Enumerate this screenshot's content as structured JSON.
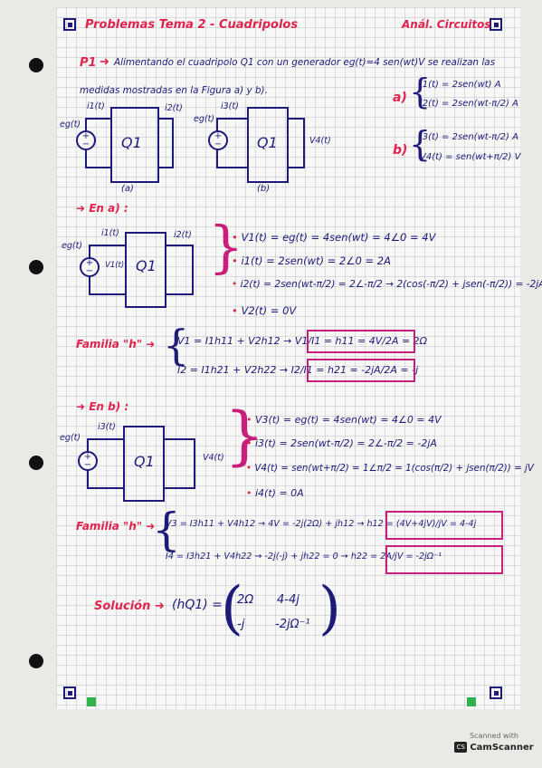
{
  "header": {
    "title": "Problemas Tema 2 - Cuadripolos",
    "subject": "Anál. Circuitos"
  },
  "problem": {
    "id": "P1",
    "statement_line1": "Alimentando el cuadripolo Q1 con un generador eg(t)=4 sen(wt)V se realizan las",
    "statement_line2": "medidas mostradas en la Figura a) y b)."
  },
  "given": {
    "a_label": "a)",
    "a_eq1": "i1(t) = 2sen(wt) A",
    "a_eq2": "i2(t) = 2sen(wt-π/2) A",
    "b_label": "b)",
    "b_eq1": "i3(t) = 2sen(wt-π/2) A",
    "b_eq2": "V4(t) = sen(wt+π/2) V"
  },
  "figures": {
    "eg": "eg(t)",
    "q1": "Q1",
    "i1": "i1(t)",
    "i2": "i2(t)",
    "i3": "i3(t)",
    "v1": "V1(t)",
    "v4": "V4(t)",
    "cap_a": "(a)",
    "cap_b": "(b)"
  },
  "section_a": {
    "title": "En a) :",
    "eq1": "V1(t) = eg(t) = 4sen(wt) = 4∠0 = 4V",
    "eq2": "i1(t) = 2sen(wt) = 2∠0 = 2A",
    "eq3": "i2(t) = 2sen(wt-π/2) = 2∠-π/2 → 2(cos(-π/2) + jsen(-π/2)) = -2jA",
    "eq4": "V2(t) = 0V"
  },
  "familia_1": {
    "label": "Familia \"h\"",
    "eq1": "V1 = I1h11 + V2h12 → V1/I1 = h11 = 4V/2A = 2Ω",
    "eq2": "I2 = I1h21 + V2h22 → I2/I1 = h21 = -2jA/2A = -j"
  },
  "section_b": {
    "title": "En b) :",
    "eq1": "V3(t) = eg(t) = 4sen(wt) = 4∠0 = 4V",
    "eq2": "i3(t) = 2sen(wt-π/2) = 2∠-π/2 = -2jA",
    "eq3": "V4(t) = sen(wt+π/2) = 1∠π/2 = 1(cos(π/2) + jsen(π/2)) = jV",
    "eq4": "i4(t) = 0A"
  },
  "familia_2": {
    "label": "Familia \"h\"",
    "eq1": "V3 = I3h11 + V4h12 → 4V = -2j(2Ω) + jh12 → h12 = (4V+4jV)/jV = 4-4j",
    "eq2": "I4 = I3h21 + V4h22 → -2j(-j) + jh22 = 0 → h22 = 2A/jV = -2jΩ⁻¹"
  },
  "solution": {
    "label": "Solución",
    "lhs": "(hQ1) =",
    "m11": "2Ω",
    "m12": "4-4j",
    "m21": "-j",
    "m22": "-2jΩ⁻¹"
  },
  "watermark": {
    "line1": "Scanned with",
    "line2": "CamScanner"
  },
  "colors": {
    "ink": "#1d1a7a",
    "accent": "#e0244e",
    "bracket": "#c8207a",
    "green": "#2fb24b"
  }
}
